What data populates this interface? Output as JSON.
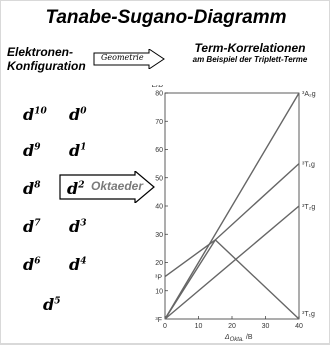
{
  "title": "Tanabe-Sugano-Diagramm",
  "header_left": {
    "line1": "Elektronen-",
    "line2": "Konfiguration"
  },
  "arrow_label": "Geometrie",
  "header_right": {
    "line1": "Term-Korrelationen",
    "line2": "am Beispiel der Triplett-Terme"
  },
  "configs": [
    {
      "base": "d",
      "exp": "10"
    },
    {
      "base": "d",
      "exp": "0"
    },
    {
      "base": "d",
      "exp": "9"
    },
    {
      "base": "d",
      "exp": "1"
    },
    {
      "base": "d",
      "exp": "8"
    },
    {
      "base": "d",
      "exp": "2"
    },
    {
      "base": "d",
      "exp": "7"
    },
    {
      "base": "d",
      "exp": "3"
    },
    {
      "base": "d",
      "exp": "6"
    },
    {
      "base": "d",
      "exp": "4"
    },
    {
      "base": "d",
      "exp": "5"
    }
  ],
  "oktaeder_label": "Oktaeder",
  "chart_data": {
    "type": "line",
    "ylabel": "E/B",
    "xlabel_main": "Δ",
    "xlabel_sub": "Okta.",
    "xlabel_unit": "/B",
    "xlim": [
      0,
      40
    ],
    "ylim": [
      0,
      80
    ],
    "x_ticks": [
      "0",
      "10",
      "20",
      "30",
      "40"
    ],
    "y_ticks": [
      "10",
      "20",
      "30",
      "40",
      "50",
      "60",
      "70",
      "80"
    ],
    "term_labels_left": [
      {
        "text": "³P",
        "y": 15
      },
      {
        "text": "³F",
        "y": 0
      }
    ],
    "series": [
      {
        "name": "³A₂g",
        "points": [
          [
            0,
            0
          ],
          [
            40,
            80
          ]
        ]
      },
      {
        "name": "³T₁g",
        "points": [
          [
            0,
            0
          ],
          [
            15,
            28
          ],
          [
            40,
            55
          ]
        ]
      },
      {
        "name": "³T₂g",
        "points": [
          [
            0,
            0
          ],
          [
            40,
            40
          ]
        ]
      },
      {
        "name": "³T₁g",
        "points": [
          [
            0,
            15
          ],
          [
            15,
            28
          ],
          [
            40,
            0
          ]
        ]
      }
    ],
    "series_labels": [
      "³A₂g",
      "³T₁g",
      "³T₂g",
      "³T₁g"
    ]
  }
}
